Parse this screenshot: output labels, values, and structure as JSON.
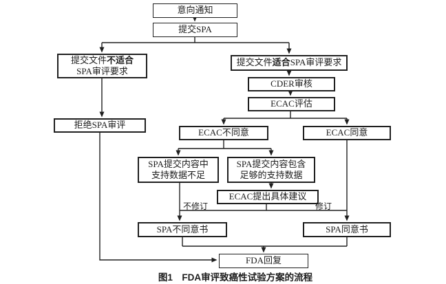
{
  "diagram": {
    "caption": "图1　FDA审评致癌性试验方案的流程",
    "nodes": {
      "intent": "意向通知",
      "submit_spa": "提交SPA",
      "unsuitable_pre": "提交文件",
      "unsuitable_bold": "不适合",
      "unsuitable_line2": "SPA审评要求",
      "suitable_pre": "提交文件",
      "suitable_bold": "适合",
      "suitable_post": "SPA审评要求",
      "cder_review": "CDER审核",
      "ecac_eval": "ECAC评估",
      "ecac_disagree": "ECAC不同意",
      "ecac_agree": "ECAC同意",
      "insufficient_line1": "SPA提交内容中",
      "insufficient_line2": "支持数据不足",
      "sufficient_line1": "SPA提交内容包含",
      "sufficient_line2": "足够的支持数据",
      "ecac_suggest": "ECAC提出具体建议",
      "reject_spa": "拒绝SPA审评",
      "spa_disagree_letter": "SPA不同意书",
      "spa_agree_letter": "SPA同意书",
      "fda_reply": "FDA回复"
    },
    "edge_labels": {
      "no_revision": "不修订",
      "revision": "修订"
    },
    "colors": {
      "line": "#1f1f1f",
      "background": "#ffffff"
    }
  }
}
